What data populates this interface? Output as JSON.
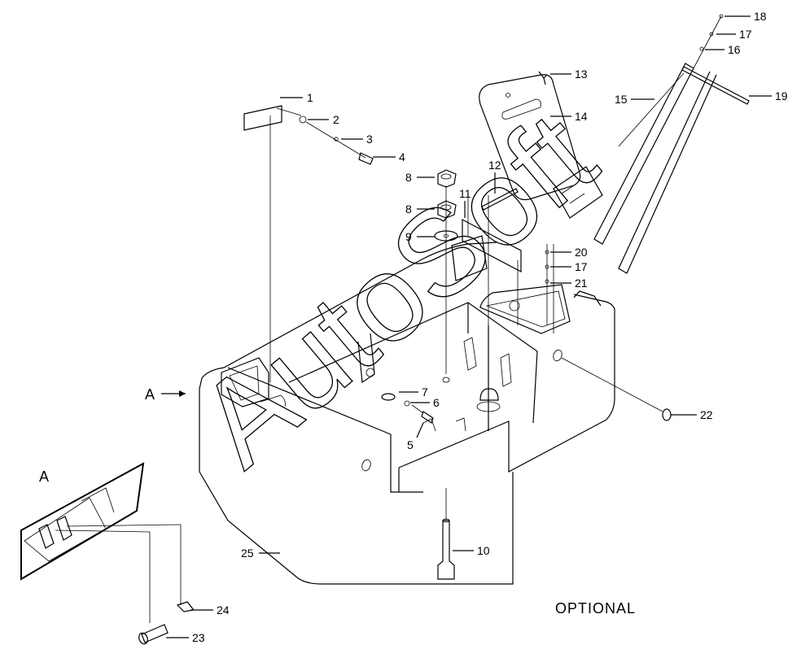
{
  "diagram": {
    "caption": "OPTIONAL",
    "view_label_main": "A",
    "view_label_detail": "A",
    "watermark": "AutoSoft",
    "callouts": [
      {
        "id": "c1",
        "text": "1"
      },
      {
        "id": "c2",
        "text": "2"
      },
      {
        "id": "c3",
        "text": "3"
      },
      {
        "id": "c4",
        "text": "4"
      },
      {
        "id": "c5",
        "text": "5"
      },
      {
        "id": "c6",
        "text": "6"
      },
      {
        "id": "c7",
        "text": "7"
      },
      {
        "id": "c8a",
        "text": "8"
      },
      {
        "id": "c8b",
        "text": "8"
      },
      {
        "id": "c9",
        "text": "9"
      },
      {
        "id": "c10",
        "text": "10"
      },
      {
        "id": "c11",
        "text": "11"
      },
      {
        "id": "c12",
        "text": "12"
      },
      {
        "id": "c13",
        "text": "13"
      },
      {
        "id": "c14",
        "text": "14"
      },
      {
        "id": "c15",
        "text": "15"
      },
      {
        "id": "c16",
        "text": "16"
      },
      {
        "id": "c17a",
        "text": "17"
      },
      {
        "id": "c17b",
        "text": "17"
      },
      {
        "id": "c18",
        "text": "18"
      },
      {
        "id": "c19",
        "text": "19"
      },
      {
        "id": "c20",
        "text": "20"
      },
      {
        "id": "c21",
        "text": "21"
      },
      {
        "id": "c22",
        "text": "22"
      },
      {
        "id": "c23",
        "text": "23"
      },
      {
        "id": "c24",
        "text": "24"
      },
      {
        "id": "c25",
        "text": "25"
      }
    ]
  }
}
